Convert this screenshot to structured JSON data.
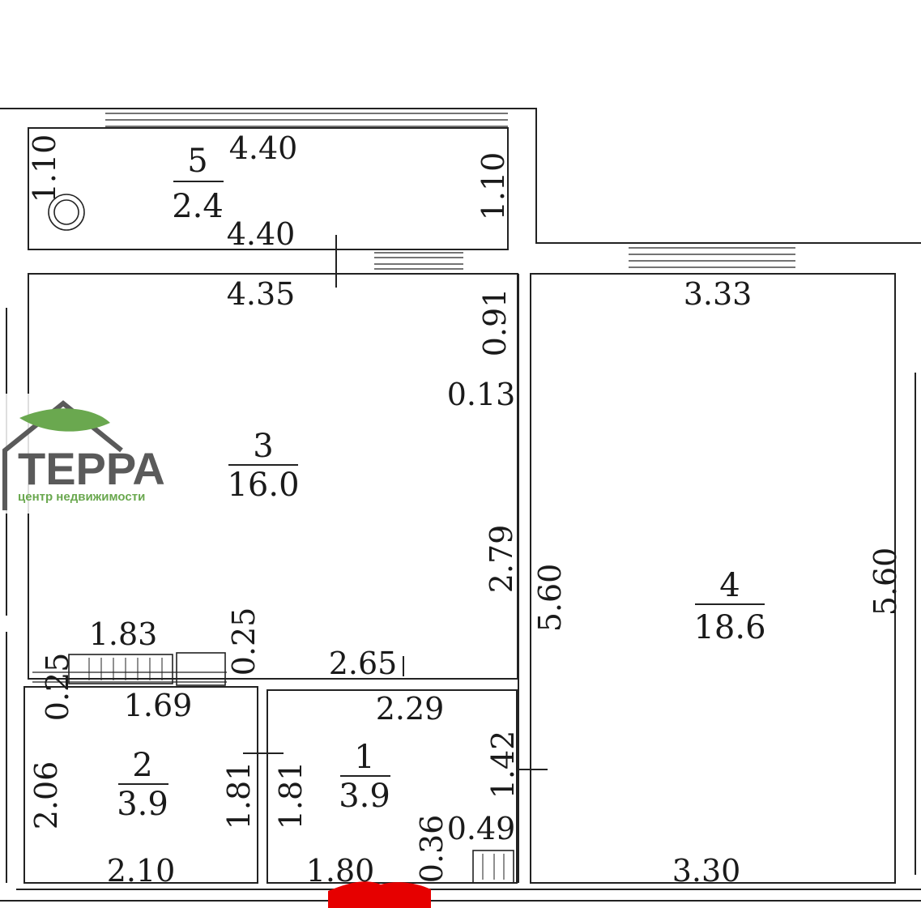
{
  "rooms": [
    {
      "number": "5",
      "area": "2.4"
    },
    {
      "number": "3",
      "area": "16.0"
    },
    {
      "number": "4",
      "area": "18.6"
    },
    {
      "number": "2",
      "area": "3.9"
    },
    {
      "number": "1",
      "area": "3.9"
    }
  ],
  "dims": {
    "r5_top": "4.40",
    "r5_bottom": "4.40",
    "r5_left": "1.10",
    "r5_right": "1.10",
    "r3_top": "4.35",
    "r3_right_top": "0.91",
    "r3_right_mid": "0.13",
    "r3_right_low": "2.79",
    "r3_left_bottom": "1.83",
    "r3_bottom_small": "0.25",
    "r3_bottom": "2.65",
    "r4_top": "3.33",
    "r4_left": "5.60",
    "r4_right": "5.60",
    "r4_bottom": "3.30",
    "r2_left_top": "0.25",
    "r2_top": "1.69",
    "r2_left": "2.06",
    "r2_right": "1.81",
    "r2_bottom": "2.10",
    "r1_top": "2.29",
    "r1_left": "1.81",
    "r1_right": "1.42",
    "r1_small_v": "0.36",
    "r1_small_h": "0.49",
    "r1_bottom": "1.80"
  },
  "logo": {
    "name": "ТЕРРА",
    "tagline": "центр недвижимости",
    "color_green": "#6aa84f",
    "color_gray": "#5a5a5a"
  },
  "colors": {
    "wall": "#222222",
    "mark": "#e60000"
  }
}
